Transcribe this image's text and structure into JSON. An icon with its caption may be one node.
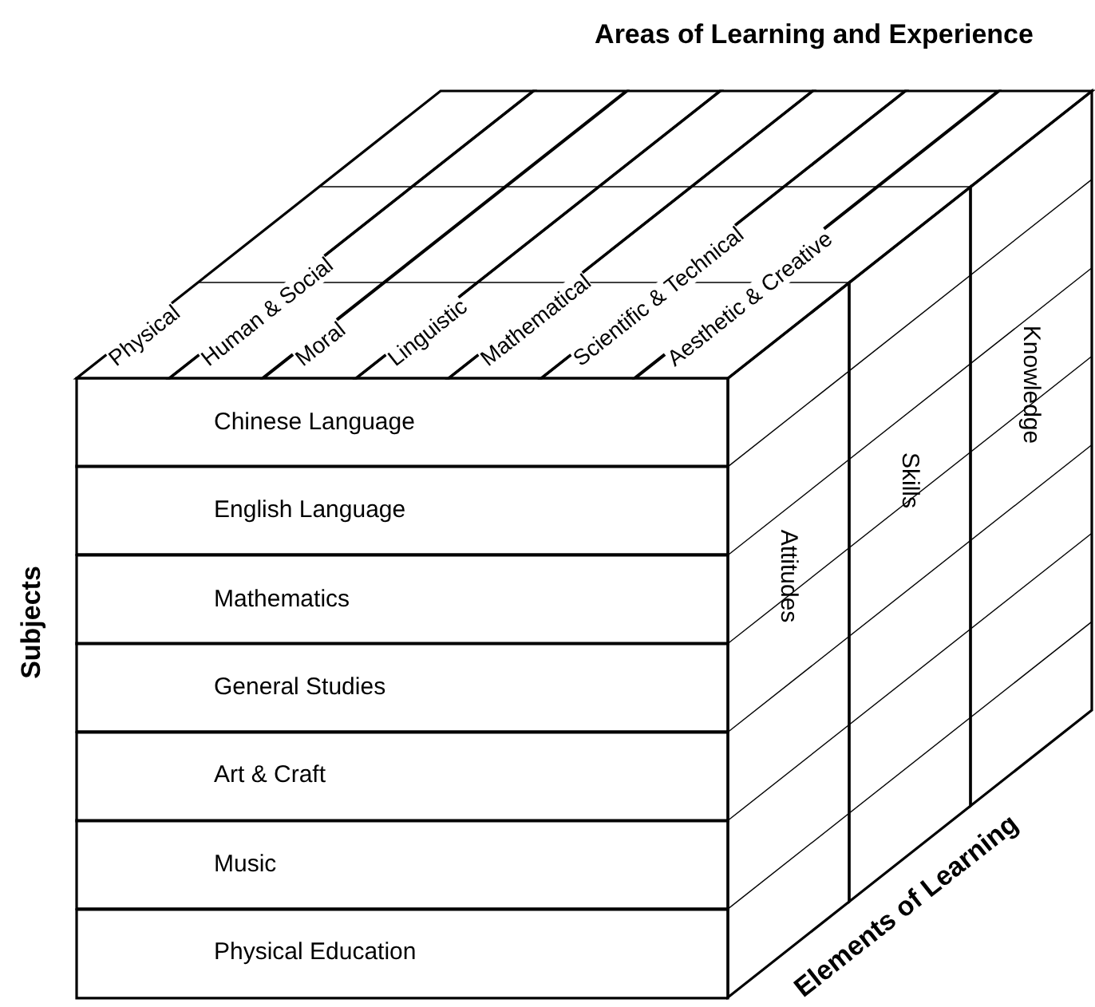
{
  "diagram": {
    "nodes": [
      {
        "text": [
          "Chinese Language"
        ]
      },
      {
        "text": [
          "English Language"
        ]
      },
      {
        "text": [
          "Mathematics"
        ]
      },
      {
        "text": [
          "General Studies"
        ]
      },
      {
        "text": [
          "Art & Craft"
        ]
      },
      {
        "text": [
          "Music"
        ]
      },
      {
        "text": [
          "Physical Education"
        ]
      },
      {
        "text": [
          "Physical"
        ]
      },
      {
        "text": [
          "Human & Social"
        ]
      },
      {
        "text": [
          "Moral"
        ]
      },
      {
        "text": [
          "Linguistic"
        ]
      },
      {
        "text": [
          "Mathematical"
        ]
      },
      {
        "text": [
          "Scientific & Technical"
        ]
      },
      {
        "text": [
          "Aesthetic & Creative"
        ]
      },
      {
        "text": [
          "Attitudes"
        ]
      },
      {
        "text": [
          "Skills"
        ]
      },
      {
        "text": [
          "Knowledge"
        ]
      }
    ],
    "labels": [
      "Areas of Learning and Experience",
      "Subjects",
      "Elements of Learning"
    ]
  }
}
